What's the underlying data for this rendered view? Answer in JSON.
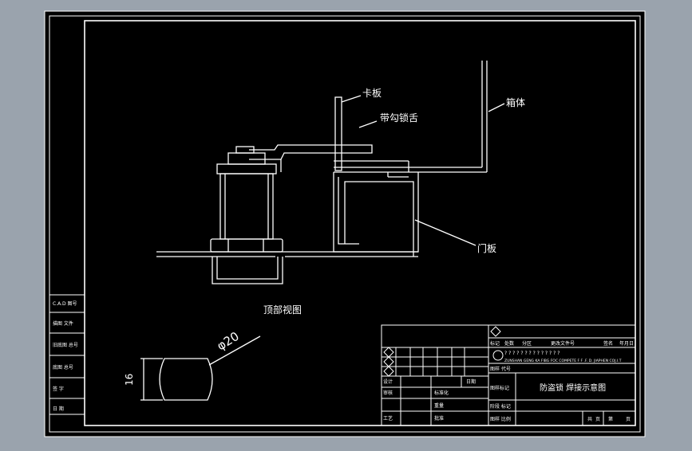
{
  "colors": {
    "viewport_bg": "#9aa3ad",
    "sheet_bg": "#000000",
    "line": "#ffffff"
  },
  "labels": {
    "ka_ban": "卡板",
    "xiang_ti": "箱体",
    "dai_gou_suo_she": "带勾锁舌",
    "men_ban": "门板",
    "section_title": "顶部视图",
    "diameter": "φ20",
    "height_dim": "16"
  },
  "side_block": {
    "rows": [
      "C.A.D 图号",
      "描图 文件",
      "旧底图 总号",
      "底图 总号",
      "签 字",
      "日 期"
    ]
  },
  "title_block": {
    "drawing_title": "防盗锁 焊接示意图",
    "company_line": "ZUNSHAN GENG KA FIBG FOC COMPETE F F .F. D. JIAPHEN COJ.I.T",
    "question_marks": "? ? ? ? ? ? ? ? ? ? ? ? ? ?",
    "revision_header": [
      "标记",
      "处数",
      "分区",
      "更改文件号",
      "签名",
      "年月日"
    ],
    "design_row": [
      "设计",
      "标准化"
    ],
    "left_labels": [
      "审核",
      "工艺",
      "批准"
    ],
    "right_labels": [
      "图样标记",
      "重量",
      "比例"
    ],
    "sheet_label": [
      "共",
      "页",
      "第",
      "页"
    ],
    "material_label": "图样 代号",
    "stage_label": "阶段 标记",
    "scale_label": "图样 比例",
    "date_label": "日期"
  }
}
